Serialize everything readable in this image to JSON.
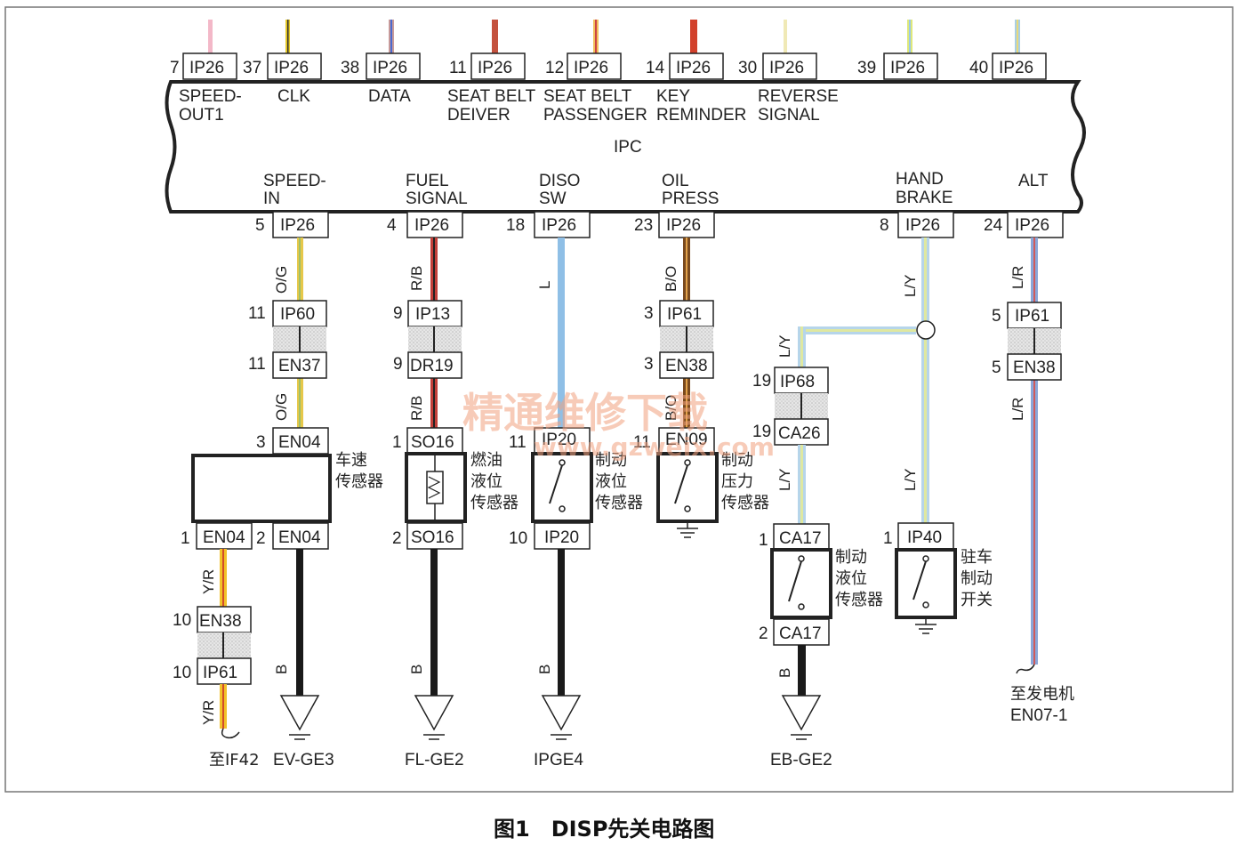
{
  "caption": "图1　DISP先关电路图",
  "watermark": {
    "text": "精通维修下载",
    "url": "www.gzweix.com"
  },
  "ipc": {
    "name": "IPC",
    "top_pins": [
      {
        "num": "7",
        "conn": "IP26",
        "label1": "SPEED-",
        "label2": "OUT1",
        "wire_color": "#f3b8c8"
      },
      {
        "num": "37",
        "conn": "IP26",
        "label1": "CLK",
        "label2": "",
        "wire_color": "#e2c526"
      },
      {
        "num": "38",
        "conn": "IP26",
        "label1": "DATA",
        "label2": "",
        "wire_color": "#c79a9a"
      },
      {
        "num": "11",
        "conn": "IP26",
        "label1": "SEAT BELT",
        "label2": "DEIVER",
        "wire_color": "#c4523e"
      },
      {
        "num": "12",
        "conn": "IP26",
        "label1": "SEAT BELT",
        "label2": "PASSENGER",
        "wire_color": "#f1c05c"
      },
      {
        "num": "14",
        "conn": "IP26",
        "label1": "KEY",
        "label2": "REMINDER",
        "wire_color": "#d2412c"
      },
      {
        "num": "30",
        "conn": "IP26",
        "label1": "REVERSE",
        "label2": "SIGNAL",
        "wire_color": "#f0e9b6"
      },
      {
        "num": "39",
        "conn": "IP26",
        "label1": "",
        "label2": "",
        "wire_color": "#dfe87b"
      },
      {
        "num": "40",
        "conn": "IP26",
        "label1": "",
        "label2": "",
        "wire_color": "#a9cfe4"
      }
    ],
    "bottom_pins": [
      {
        "num": "5",
        "conn": "IP26",
        "label1": "SPEED-",
        "label2": "IN"
      },
      {
        "num": "4",
        "conn": "IP26",
        "label1": "FUEL",
        "label2": "SIGNAL"
      },
      {
        "num": "18",
        "conn": "IP26",
        "label1": "DISO",
        "label2": "SW"
      },
      {
        "num": "23",
        "conn": "IP26",
        "label1": "OIL",
        "label2": "PRESS"
      },
      {
        "num": "8",
        "conn": "IP26",
        "label1": "HAND",
        "label2": "BRAKE"
      },
      {
        "num": "24",
        "conn": "IP26",
        "label1": "ALT",
        "label2": ""
      }
    ]
  },
  "circuits": {
    "speed": {
      "wire_code_a": "O/G",
      "wire_code_b": "O/G",
      "c1": {
        "num": "11",
        "conn": "IP60"
      },
      "c2": {
        "num": "11",
        "conn": "EN37"
      },
      "c3": {
        "num": "3",
        "conn": "EN04"
      },
      "sensor_label": [
        "车速",
        "传感器"
      ],
      "out1": {
        "num": "1",
        "conn": "EN04"
      },
      "out2": {
        "num": "2",
        "conn": "EN04"
      },
      "branch_code_a": "Y/R",
      "branch_code_b": "Y/R",
      "b1": {
        "num": "10",
        "conn": "EN38"
      },
      "b2": {
        "num": "10",
        "conn": "IP61"
      },
      "branch_dest": "至IF42",
      "ground_code": "B",
      "ground": "EV-GE3"
    },
    "fuel": {
      "wire_code_a": "R/B",
      "wire_code_b": "R/B",
      "c1": {
        "num": "9",
        "conn": "IP13"
      },
      "c2": {
        "num": "9",
        "conn": "DR19"
      },
      "c3": {
        "num": "1",
        "conn": "SO16"
      },
      "sensor_label": [
        "燃油",
        "液位",
        "传感器"
      ],
      "out": {
        "num": "2",
        "conn": "SO16"
      },
      "ground_code": "B",
      "ground": "FL-GE2"
    },
    "diso": {
      "wire_code": "L",
      "c3": {
        "num": "11",
        "conn": "IP20"
      },
      "sensor_label": [
        "制动",
        "液位",
        "传感器"
      ],
      "out": {
        "num": "10",
        "conn": "IP20"
      },
      "ground_code": "B",
      "ground": "IPGE4"
    },
    "oil": {
      "wire_code_a": "B/O",
      "wire_code_b": "B/O",
      "c1": {
        "num": "3",
        "conn": "IP61"
      },
      "c2": {
        "num": "3",
        "conn": "EN38"
      },
      "c3": {
        "num": "11",
        "conn": "EN09"
      },
      "sensor_label": [
        "制动",
        "压力",
        "传感器"
      ]
    },
    "hand": {
      "wire_code_main": "L/Y",
      "wire_code_branch": "L/Y",
      "wire_code_branch2": "L/Y",
      "wire_code_main2": "L/Y",
      "b1": {
        "num": "19",
        "conn": "IP68"
      },
      "b2": {
        "num": "19",
        "conn": "CA26"
      },
      "b3": {
        "num": "1",
        "conn": "CA17"
      },
      "b_label": [
        "制动",
        "液位",
        "传感器"
      ],
      "b_out": {
        "num": "2",
        "conn": "CA17"
      },
      "b_ground_code": "B",
      "b_ground": "EB-GE2",
      "m1": {
        "num": "1",
        "conn": "IP40"
      },
      "m_label": [
        "驻车",
        "制动",
        "开关"
      ]
    },
    "alt": {
      "wire_code_a": "L/R",
      "wire_code_b": "L/R",
      "c1": {
        "num": "5",
        "conn": "IP61"
      },
      "c2": {
        "num": "5",
        "conn": "EN38"
      },
      "dest1": "至发电机",
      "dest2": "EN07-1"
    }
  },
  "colors": {
    "orange_green": "#e6c84a",
    "red_black": "#c2403a",
    "blue": "#8fbfe6",
    "brown_orange": "#7a4a1e",
    "light_yellow": "#dfe8a0",
    "light_blue": "#b6d5ea",
    "yellow_red": "#f2c22a",
    "lr_blue": "#8aa6d8",
    "black": "#1a1a1a"
  }
}
